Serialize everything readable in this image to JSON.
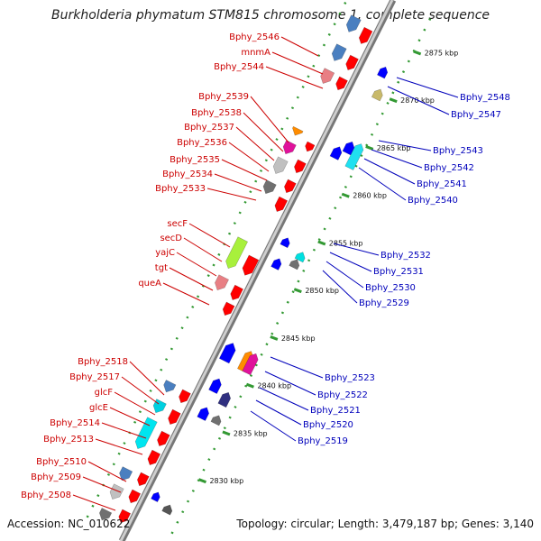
{
  "title": "Burkholderia phymatum STM815 chromosome 1, complete sequence",
  "footer": {
    "accession": "Accession: NC_010622",
    "topology": "Topology: circular; Length: 3,479,187 bp; Genes: 3,140"
  },
  "colors": {
    "left_label": "#cc0000",
    "right_label": "#0000bb",
    "forward_gene": "#ff0000",
    "reverse_gene": "#0000ff",
    "tick": "#339933",
    "backbone": "#999999"
  },
  "ticks": [
    {
      "kbp": 2875,
      "label": "2875 kbp"
    },
    {
      "kbp": 2870,
      "label": "2870 kbp"
    },
    {
      "kbp": 2865,
      "label": "2865 kbp"
    },
    {
      "kbp": 2860,
      "label": "2860 kbp"
    },
    {
      "kbp": 2855,
      "label": "2855 kbp"
    },
    {
      "kbp": 2850,
      "label": "2850 kbp"
    },
    {
      "kbp": 2845,
      "label": "2845 kbp"
    },
    {
      "kbp": 2840,
      "label": "2840 kbp"
    },
    {
      "kbp": 2835,
      "label": "2835 kbp"
    },
    {
      "kbp": 2830,
      "label": "2830 kbp"
    }
  ],
  "left_labels": [
    "Bphy_2546",
    "mnmA",
    "Bphy_2544",
    "Bphy_2539",
    "Bphy_2538",
    "Bphy_2537",
    "Bphy_2536",
    "Bphy_2535",
    "Bphy_2534",
    "Bphy_2533",
    "secF",
    "secD",
    "yajC",
    "tgt",
    "queA",
    "Bphy_2518",
    "Bphy_2517",
    "glcF",
    "glcE",
    "Bphy_2514",
    "Bphy_2513",
    "Bphy_2510",
    "Bphy_2509",
    "Bphy_2508"
  ],
  "right_labels": [
    "Bphy_2548",
    "Bphy_2547",
    "Bphy_2543",
    "Bphy_2542",
    "Bphy_2541",
    "Bphy_2540",
    "Bphy_2532",
    "Bphy_2531",
    "Bphy_2530",
    "Bphy_2529",
    "Bphy_2523",
    "Bphy_2522",
    "Bphy_2521",
    "Bphy_2520",
    "Bphy_2519"
  ]
}
